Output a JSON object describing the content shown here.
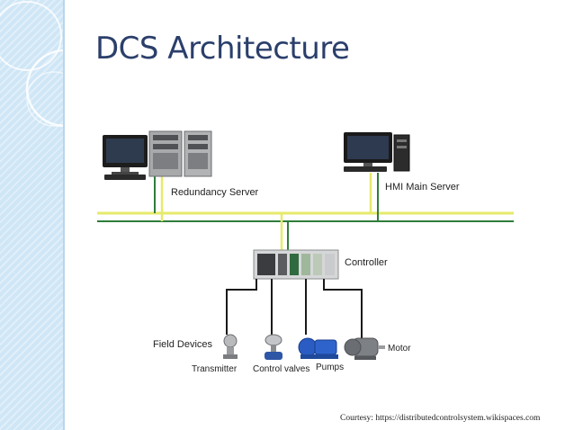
{
  "title": "DCS Architecture",
  "labels": {
    "redundancy_server": "Redundancy Server",
    "hmi_main_server": "HMI Main Server",
    "controller": "Controller",
    "field_devices": "Field Devices",
    "transmitter": "Transmitter",
    "control_valves": "Control valves",
    "pumps": "Pumps",
    "motor": "Motor"
  },
  "courtesy": "Courtesy: https://distributedcontrolsystem.wikispaces.com",
  "colors": {
    "title": "#2b3f6b",
    "network_yellow": "#e6ea6a",
    "network_green": "#2f7d3a",
    "sidebar": "#cfe6f6"
  },
  "icons": [
    "monitor-icon",
    "server-tower-icon",
    "plc-controller-icon",
    "transmitter-icon",
    "control-valve-icon",
    "pump-icon",
    "motor-icon"
  ]
}
